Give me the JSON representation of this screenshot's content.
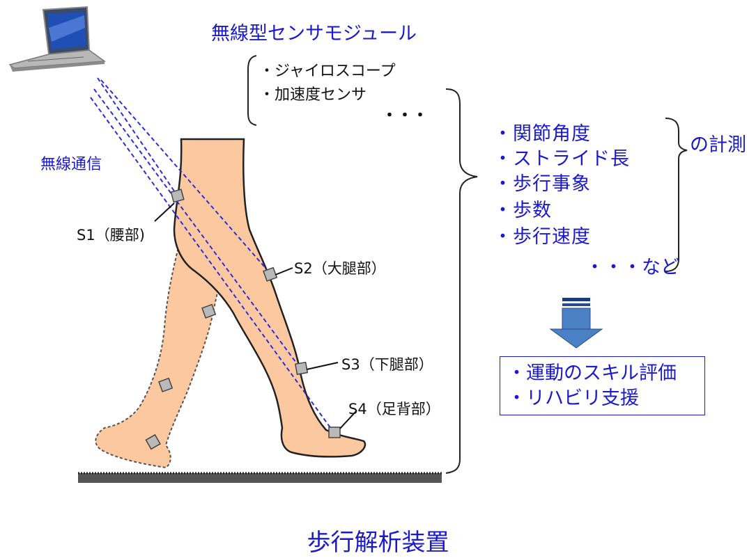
{
  "title": "無線型センサモジュール",
  "sensors": [
    "・ジャイロスコープ",
    "・加速度センサ",
    "・・・"
  ],
  "wireless_label": "無線通信",
  "sensor_points": {
    "s1": "S1（腰部)",
    "s2": "S2（大腿部）",
    "s3": "S3（下腿部）",
    "s4": "S4（足背部）"
  },
  "measurements": [
    "・関節角度",
    "・ストライド長",
    "・歩行事象",
    "・歩数",
    "・歩行速度"
  ],
  "measurements_more": "・・・など",
  "measurements_suffix": "の計測",
  "results": [
    "・運動のスキル評価",
    "・リハビリ支援"
  ],
  "main_title": "歩行解析装置",
  "colors": {
    "text_blue": "#1a1acc",
    "leg_fill": "#fbc8a0",
    "sensor_gray": "#b9b9b9",
    "wireless_line": "#2c2cdd",
    "arrow_blue": "#4a80c4"
  },
  "icons": [
    "laptop-icon",
    "down-arrow-icon"
  ]
}
